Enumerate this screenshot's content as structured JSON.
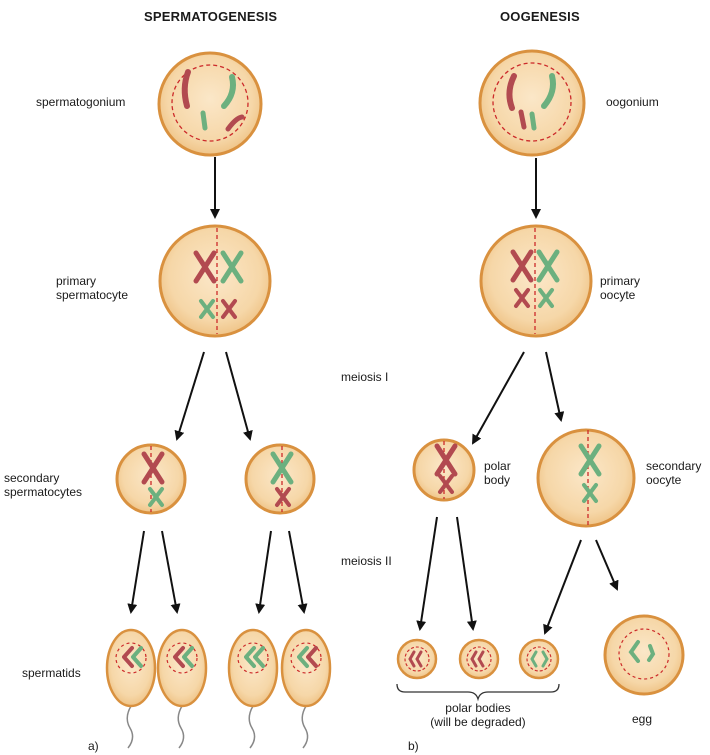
{
  "titles": {
    "left": "SPERMATOGENESIS",
    "right": "OOGENESIS"
  },
  "labels": {
    "spermatogonium": "spermatogonium",
    "oogonium": "oogonium",
    "primary_spermatocyte": "primary\nspermatocyte",
    "primary_oocyte": "primary\noocyte",
    "meiosis_1": "meiosis I",
    "meiosis_2": "meiosis II",
    "secondary_spermatocytes": "secondary\nspermatocytes",
    "polar_body": "polar\nbody",
    "secondary_oocyte": "secondary\noocyte",
    "spermatids": "spermatids",
    "polar_bodies": "polar bodies\n(will be degraded)",
    "egg": "egg"
  },
  "panels": {
    "a": "a)",
    "b": "b)"
  },
  "colors": {
    "cell_fill": "#f6d7a8",
    "cell_border": "#d9913f",
    "chrom_red": "#b24a50",
    "chrom_green": "#6cb07f",
    "nucleus_dash": "#cc2a2a",
    "arrow": "#111111",
    "tail": "#888888"
  }
}
